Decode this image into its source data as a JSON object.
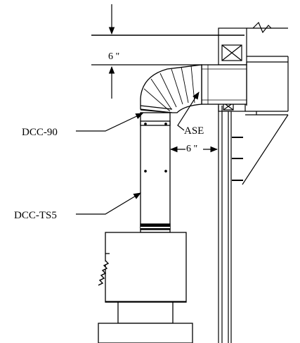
{
  "labels": {
    "dcc90": "DCC-90",
    "dccts5": "DCC-TS5",
    "ase": "ASE"
  },
  "dimensions": {
    "vertical_clearance": "6 \"",
    "horizontal_clearance": "6 \""
  },
  "colors": {
    "line": "#000000",
    "background": "#ffffff"
  }
}
